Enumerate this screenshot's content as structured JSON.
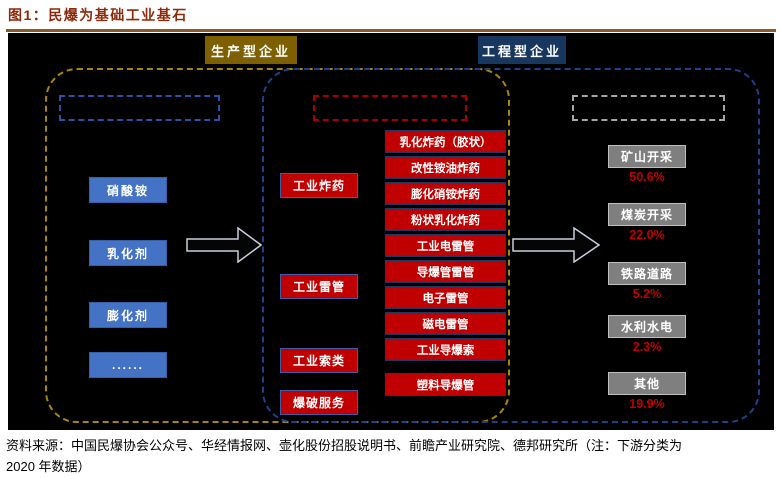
{
  "figure": {
    "title": "图1：民爆为基础工业基石",
    "badges": {
      "production": "生产型企业",
      "engineering": "工程型企业"
    },
    "upstream": {
      "items": [
        "硝酸铵",
        "乳化剂",
        "膨化剂",
        "......"
      ]
    },
    "midstream": {
      "categories": [
        "工业炸药",
        "工业雷管",
        "工业索类",
        "爆破服务"
      ],
      "products": [
        "乳化炸药（胶状）",
        "改性铵油炸药",
        "膨化硝铵炸药",
        "粉状乳化炸药",
        "工业电雷管",
        "导爆管雷管",
        "电子雷管",
        "磁电雷管",
        "工业导爆索",
        "塑料导爆管"
      ]
    },
    "downstream": {
      "items": [
        {
          "label": "矿山开采",
          "pct": "50.6%"
        },
        {
          "label": "煤炭开采",
          "pct": "22.0%"
        },
        {
          "label": "铁路道路",
          "pct": "5.2%"
        },
        {
          "label": "水利水电",
          "pct": "2.3%"
        },
        {
          "label": "其他",
          "pct": "19.9%"
        }
      ]
    },
    "source": {
      "line1": "资料来源：中国民爆协会公众号、华经情报网、壶化股份招股说明书、前瞻产业研究院、德邦研究所（注：下游分类为",
      "line2": "2020 年数据）"
    },
    "colors": {
      "title_text": "#8C2A0A",
      "divider": "#8A5A2B",
      "badge_production_bg": "#7F6000",
      "badge_engineering_bg": "#17375E",
      "panel_bg": "#000000",
      "production_scope_dash": "#A8860D",
      "engineering_scope_dash": "#1F4189",
      "upstream_box": "#4472C4",
      "midstream_box": "#C00000",
      "downstream_box": "#7F7F7F",
      "percentage_text": "#C00000"
    }
  }
}
